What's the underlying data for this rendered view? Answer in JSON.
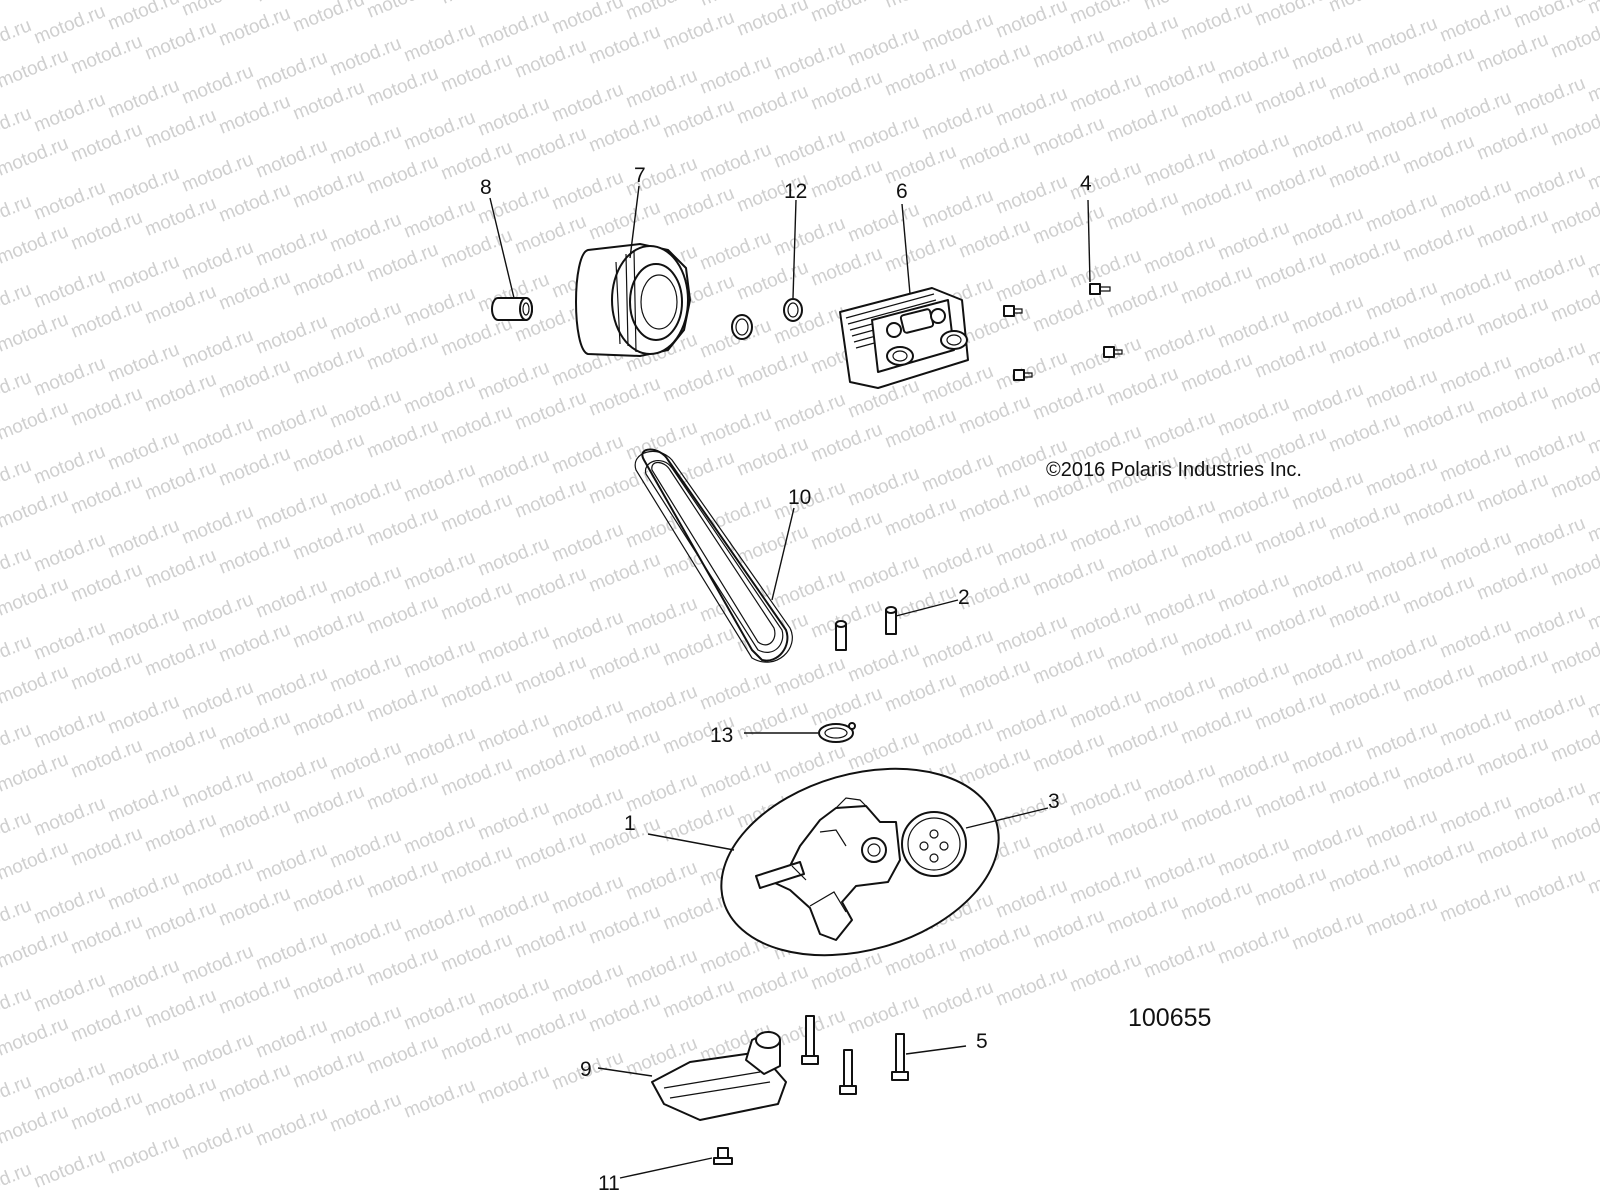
{
  "watermark": {
    "text": "motod.ru"
  },
  "copyright": "©2016 Polaris Industries Inc.",
  "figure_number": "100655",
  "callouts": [
    "1",
    "2",
    "3",
    "4",
    "5",
    "6",
    "7",
    "8",
    "9",
    "10",
    "11",
    "12",
    "13"
  ]
}
